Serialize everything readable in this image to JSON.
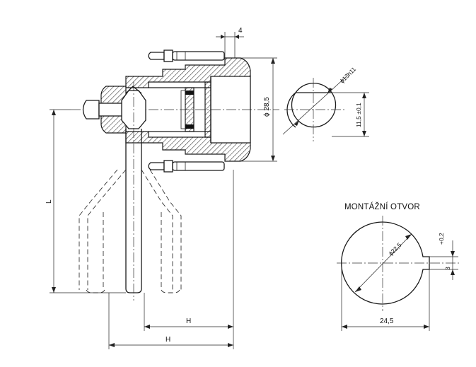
{
  "dimensions": {
    "gap_4": "4",
    "dia_28_5": "ϕ 28,5",
    "dia_13h11": "ϕ13h11",
    "flat_11_5": "11,5 ±0,1",
    "length_L": "L",
    "h_lower": "H",
    "h_upper": "H",
    "dia_22_5": "ϕ22,5",
    "width_24_5": "24,5",
    "notch_3": "3",
    "notch_tol": "+0,2"
  },
  "mounting_hole": {
    "title": "MONTÁŽNÍ OTVOR"
  }
}
